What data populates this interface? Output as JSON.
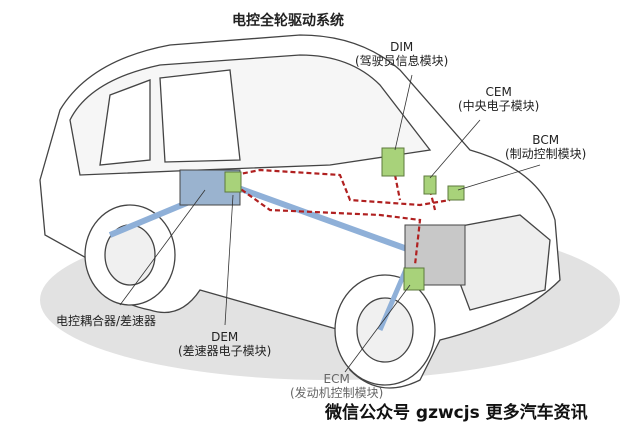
{
  "title": "电控全轮驱动系统",
  "labels": {
    "dim": {
      "code": "DIM",
      "desc": "(驾驶员信息模块)"
    },
    "cem": {
      "code": "CEM",
      "desc": "(中央电子模块)"
    },
    "bcm": {
      "code": "BCM",
      "desc": "(制动控制模块)"
    },
    "coupler": {
      "desc": "电控耦合器/差速器"
    },
    "dem": {
      "code": "DEM",
      "desc": "(差速器电子模块)"
    },
    "ecm": {
      "code": "ECM",
      "desc": "(发动机控制模块)"
    }
  },
  "watermark": "微信公众号 gzwcjs 更多汽车资讯",
  "colors": {
    "module": "#a8d27a",
    "wiring": "#b02020",
    "shaft": "#8fb0d8",
    "shadow": "#dcdcdc"
  }
}
